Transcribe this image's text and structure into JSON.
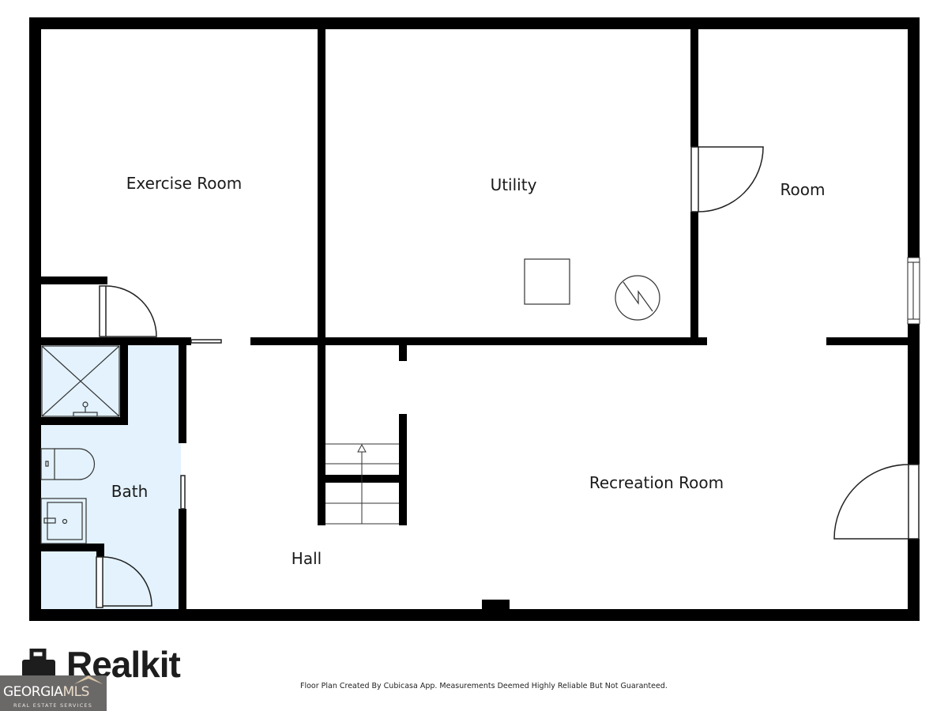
{
  "floor_plan": {
    "rooms": [
      {
        "id": "exercise",
        "label": "Exercise Room"
      },
      {
        "id": "utility",
        "label": "Utility"
      },
      {
        "id": "room",
        "label": "Room"
      },
      {
        "id": "bath",
        "label": "Bath"
      },
      {
        "id": "hall",
        "label": "Hall"
      },
      {
        "id": "recreation",
        "label": "Recreation Room"
      }
    ],
    "colors": {
      "wall": "#000000",
      "bath_fill": "#e3f2fc",
      "fixture_line": "#333333",
      "background": "#ffffff"
    },
    "icons": [
      "door-swing-icon",
      "window-icon",
      "stairs-up-arrow-icon",
      "water-heater-icon",
      "furnace-box-icon",
      "shower-icon",
      "toilet-icon",
      "sink-icon"
    ]
  },
  "footer": {
    "note": "Floor Plan Created By Cubicasa App. Measurements Deemed Highly Reliable But Not Guaranteed.",
    "brand": "Realkit",
    "mls_name_part1": "GEORGIA",
    "mls_name_part2": "MLS",
    "mls_tagline": "REAL ESTATE SERVICES"
  }
}
